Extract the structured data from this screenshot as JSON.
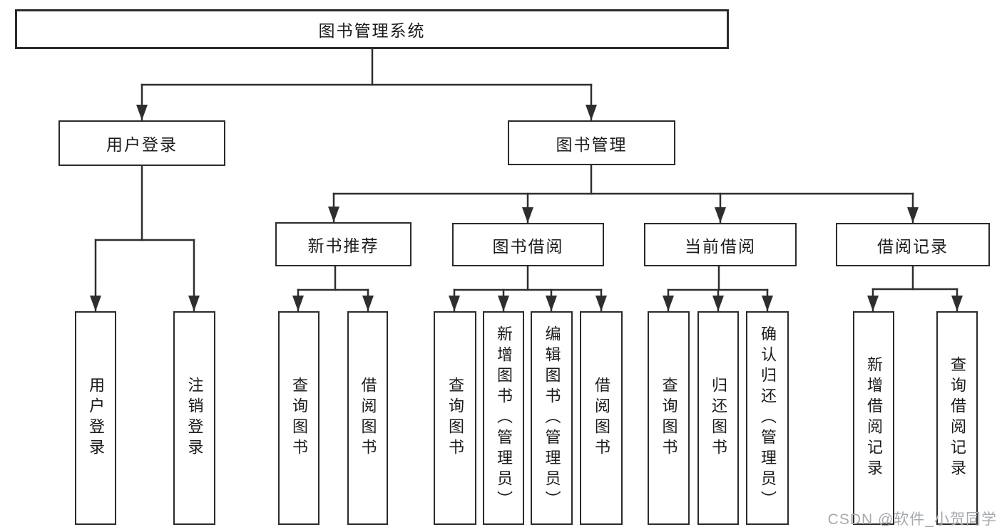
{
  "colors": {
    "background": "#ffffff",
    "line": "#2e2e2e",
    "box_border": "#2b2b2b",
    "text": "#1b1b1b",
    "watermark": "#a6a9ad"
  },
  "watermark": {
    "text": "CSDN @软件_小贺同学"
  },
  "diagram": {
    "root": {
      "label": "图书管理系统"
    },
    "login": {
      "label": "用户登录",
      "children": [
        {
          "label": "用户登录"
        },
        {
          "label": "注销登录"
        }
      ]
    },
    "management": {
      "label": "图书管理",
      "children": [
        {
          "label": "新书推荐",
          "children": [
            {
              "label": "查询图书"
            },
            {
              "label": "借阅图书"
            }
          ]
        },
        {
          "label": "图书借阅",
          "children": [
            {
              "label": "查询图书"
            },
            {
              "label": "新增图书（管理员）"
            },
            {
              "label": "编辑图书（管理员）"
            },
            {
              "label": "借阅图书"
            }
          ]
        },
        {
          "label": "当前借阅",
          "children": [
            {
              "label": "查询图书"
            },
            {
              "label": "归还图书"
            },
            {
              "label": "确认归还（管理员）"
            }
          ]
        },
        {
          "label": "借阅记录",
          "children": [
            {
              "label": "新增借阅记录"
            },
            {
              "label": "查询借阅记录"
            }
          ]
        }
      ]
    }
  }
}
